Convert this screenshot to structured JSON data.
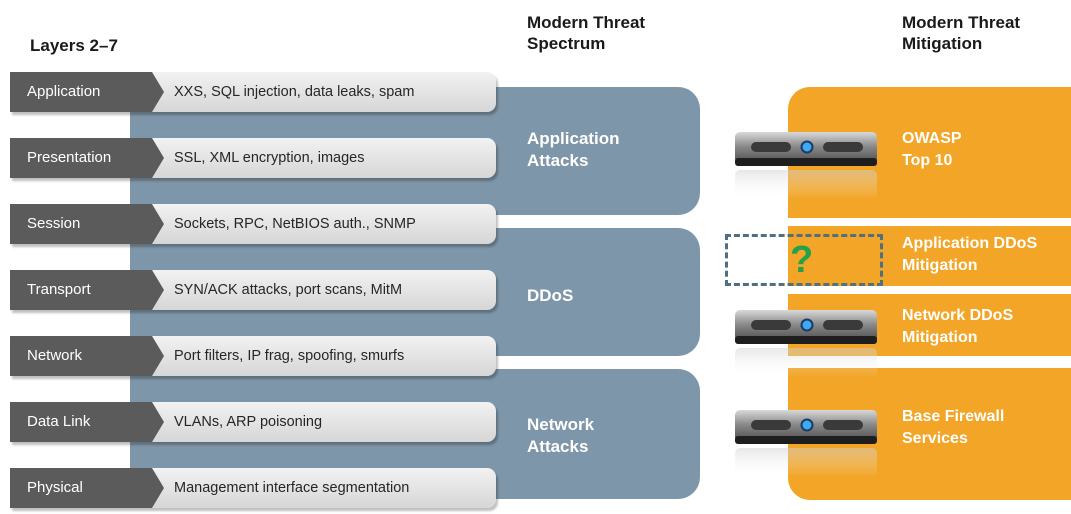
{
  "headers": {
    "layers": "Layers 2–7",
    "spectrum": "Modern Threat\nSpectrum",
    "mitigation": "Modern Threat\nMitigation"
  },
  "layers": [
    {
      "name": "Application",
      "description": "XXS, SQL injection, data leaks, spam"
    },
    {
      "name": "Presentation",
      "description": "SSL, XML encryption, images"
    },
    {
      "name": "Session",
      "description": "Sockets, RPC, NetBIOS auth., SNMP"
    },
    {
      "name": "Transport",
      "description": "SYN/ACK attacks, port scans, MitM"
    },
    {
      "name": "Network",
      "description": "Port filters, IP frag, spoofing, smurfs"
    },
    {
      "name": "Data Link",
      "description": "VLANs, ARP poisoning"
    },
    {
      "name": "Physical",
      "description": "Management interface segmentation"
    }
  ],
  "spectrum": [
    {
      "label": "Application\nAttacks"
    },
    {
      "label": "DDoS"
    },
    {
      "label": "Network\nAttacks"
    }
  ],
  "mitigation": [
    {
      "label": "OWASP\nTop 10"
    },
    {
      "label": "Application DDoS\nMitigation"
    },
    {
      "label": "Network DDoS\nMitigation"
    },
    {
      "label": "Base Firewall\nServices"
    }
  ],
  "gap_marker": "?",
  "colors": {
    "spectrum_band": "#7e96a9",
    "mitigation_band": "#f2a526",
    "layer_name_bg": "#5b5b5b",
    "question_mark": "#22a24a"
  },
  "icons": [
    "server-appliance-icon",
    "question-mark-icon"
  ]
}
